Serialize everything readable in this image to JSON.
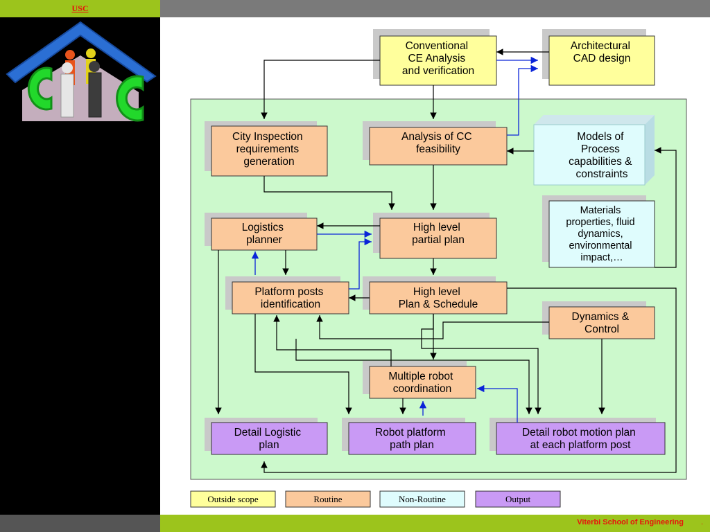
{
  "header": {
    "usc_label": "USC"
  },
  "footer": {
    "text": "Viterbi School of Engineering",
    "dot": "."
  },
  "colors": {
    "outside_scope": "#ffff9c",
    "routine": "#fbc99c",
    "non_routine": "#dffcfd",
    "output": "#c99af5",
    "panel": "#ccf9cc",
    "shadow": "#c9c9c9",
    "arrow_black": "#000000",
    "arrow_blue": "#0b24d8"
  },
  "diagram": {
    "nodes": {
      "ce_analysis": [
        "Conventional",
        "CE Analysis",
        "and verification"
      ],
      "cad_design": [
        "Architectural",
        "CAD design"
      ],
      "city_inspection": [
        "City Inspection",
        "requirements",
        "generation"
      ],
      "cc_feasibility": [
        "Analysis of CC",
        "feasibility"
      ],
      "process_models": [
        "Models of",
        "Process",
        "capabilities &",
        "constraints"
      ],
      "materials": [
        "Materials",
        "properties, fluid",
        "dynamics,",
        "environmental",
        "impact,…"
      ],
      "logistics_planner": [
        "Logistics",
        "planner"
      ],
      "partial_plan": [
        "High level",
        "partial plan"
      ],
      "platform_posts": [
        "Platform posts",
        "identification"
      ],
      "plan_schedule": [
        "High level",
        "Plan & Schedule"
      ],
      "dynamics_control": [
        "Dynamics &",
        "Control"
      ],
      "robot_coordination": [
        "Multiple robot",
        "coordination"
      ],
      "detail_logistic": [
        "Detail Logistic",
        "plan"
      ],
      "robot_path": [
        "Robot platform",
        "path plan"
      ],
      "robot_motion": [
        "Detail robot motion plan",
        "at each platform post"
      ]
    }
  },
  "legend": {
    "outside_scope": "Outside scope",
    "routine": "Routine",
    "non_routine": "Non-Routine",
    "output": "Output"
  }
}
